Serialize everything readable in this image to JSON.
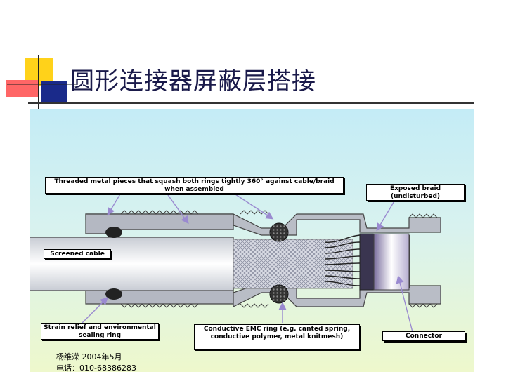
{
  "title": "圆形连接器屏蔽层搭接",
  "labels": {
    "threaded": "Threaded metal pieces that squash both rings tightly 360° against cable/braid when assembled",
    "exposed_braid": "Exposed braid (undisturbed)",
    "screened_cable": "Screened cable",
    "strain_relief": "Strain relief and environmental sealing ring",
    "emc_ring": "Conductive EMC ring (e.g. canted spring, conductive polymer, metal knitmesh)",
    "connector": "Connector"
  },
  "footer": {
    "author_date": "杨维溁   2004年5月",
    "phone": "电话：010-68386283"
  },
  "colors": {
    "sky_top": "#c9eef7",
    "sky_bottom": "#e8f7d0",
    "metal": "#b9bdc6",
    "ring": "#2a2a2a",
    "arrow": "#9a8ad0",
    "logo_yellow": "#ffd21a",
    "logo_red": "#ff6666",
    "logo_blue": "#1a2a8a"
  }
}
